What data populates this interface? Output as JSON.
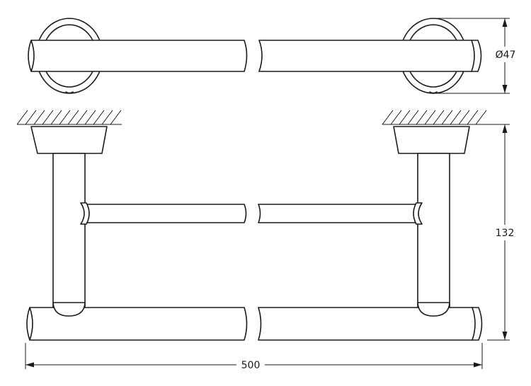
{
  "dimensions": {
    "diameter_label": "Ø47",
    "height_label": "132",
    "width_label": "500"
  }
}
